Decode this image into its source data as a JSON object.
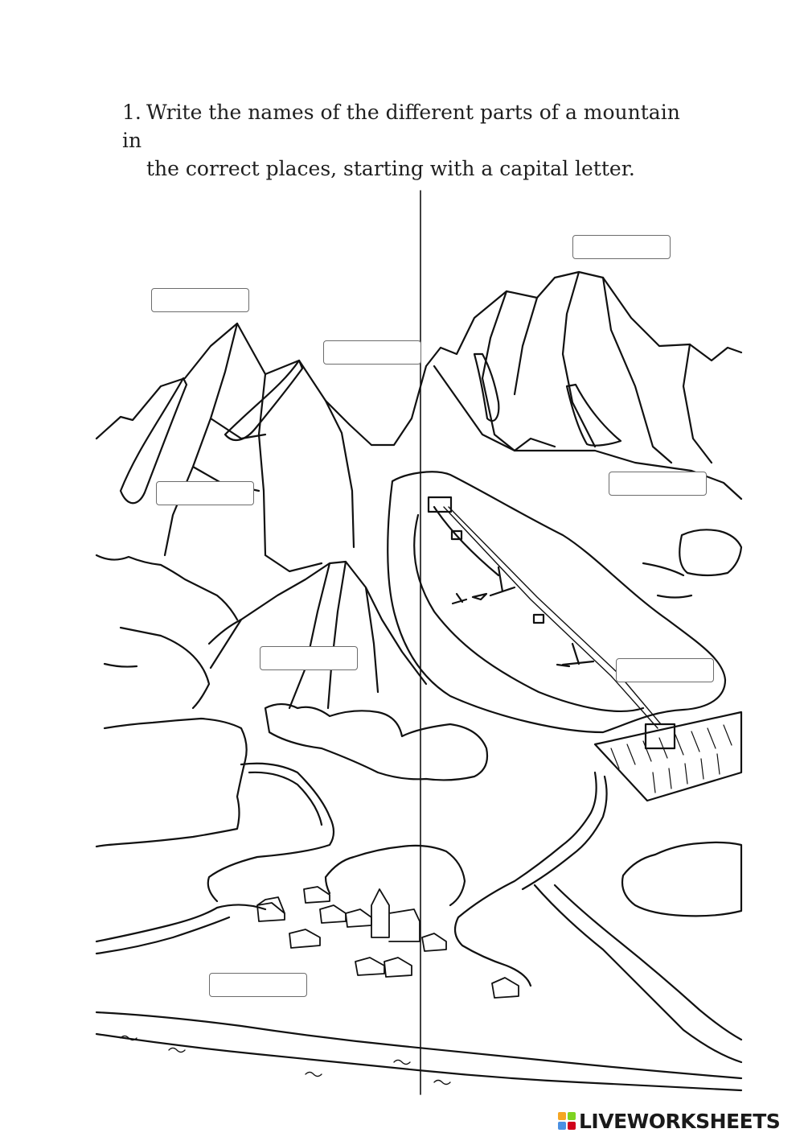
{
  "instruction": {
    "number": "1.",
    "line1": "Write the names of the different parts of a mountain in",
    "line2": "the correct places, starting with a capital letter."
  },
  "answer_boxes": [
    {
      "name": "answer-box-left-peak",
      "value": ""
    },
    {
      "name": "answer-box-top-right-summit",
      "value": ""
    },
    {
      "name": "answer-box-valley-pass",
      "value": ""
    },
    {
      "name": "answer-box-left-slope",
      "value": ""
    },
    {
      "name": "answer-box-right-slope",
      "value": ""
    },
    {
      "name": "answer-box-foothill",
      "value": ""
    },
    {
      "name": "answer-box-ski-slope",
      "value": ""
    },
    {
      "name": "answer-box-village",
      "value": ""
    }
  ],
  "branding": {
    "logo_text": "LIVEWORKSHEETS",
    "logo_icon": "liveworksheets-logo-icon",
    "logo_colors": [
      "#f5a623",
      "#7ed321",
      "#4a90e2",
      "#d0021b"
    ]
  }
}
